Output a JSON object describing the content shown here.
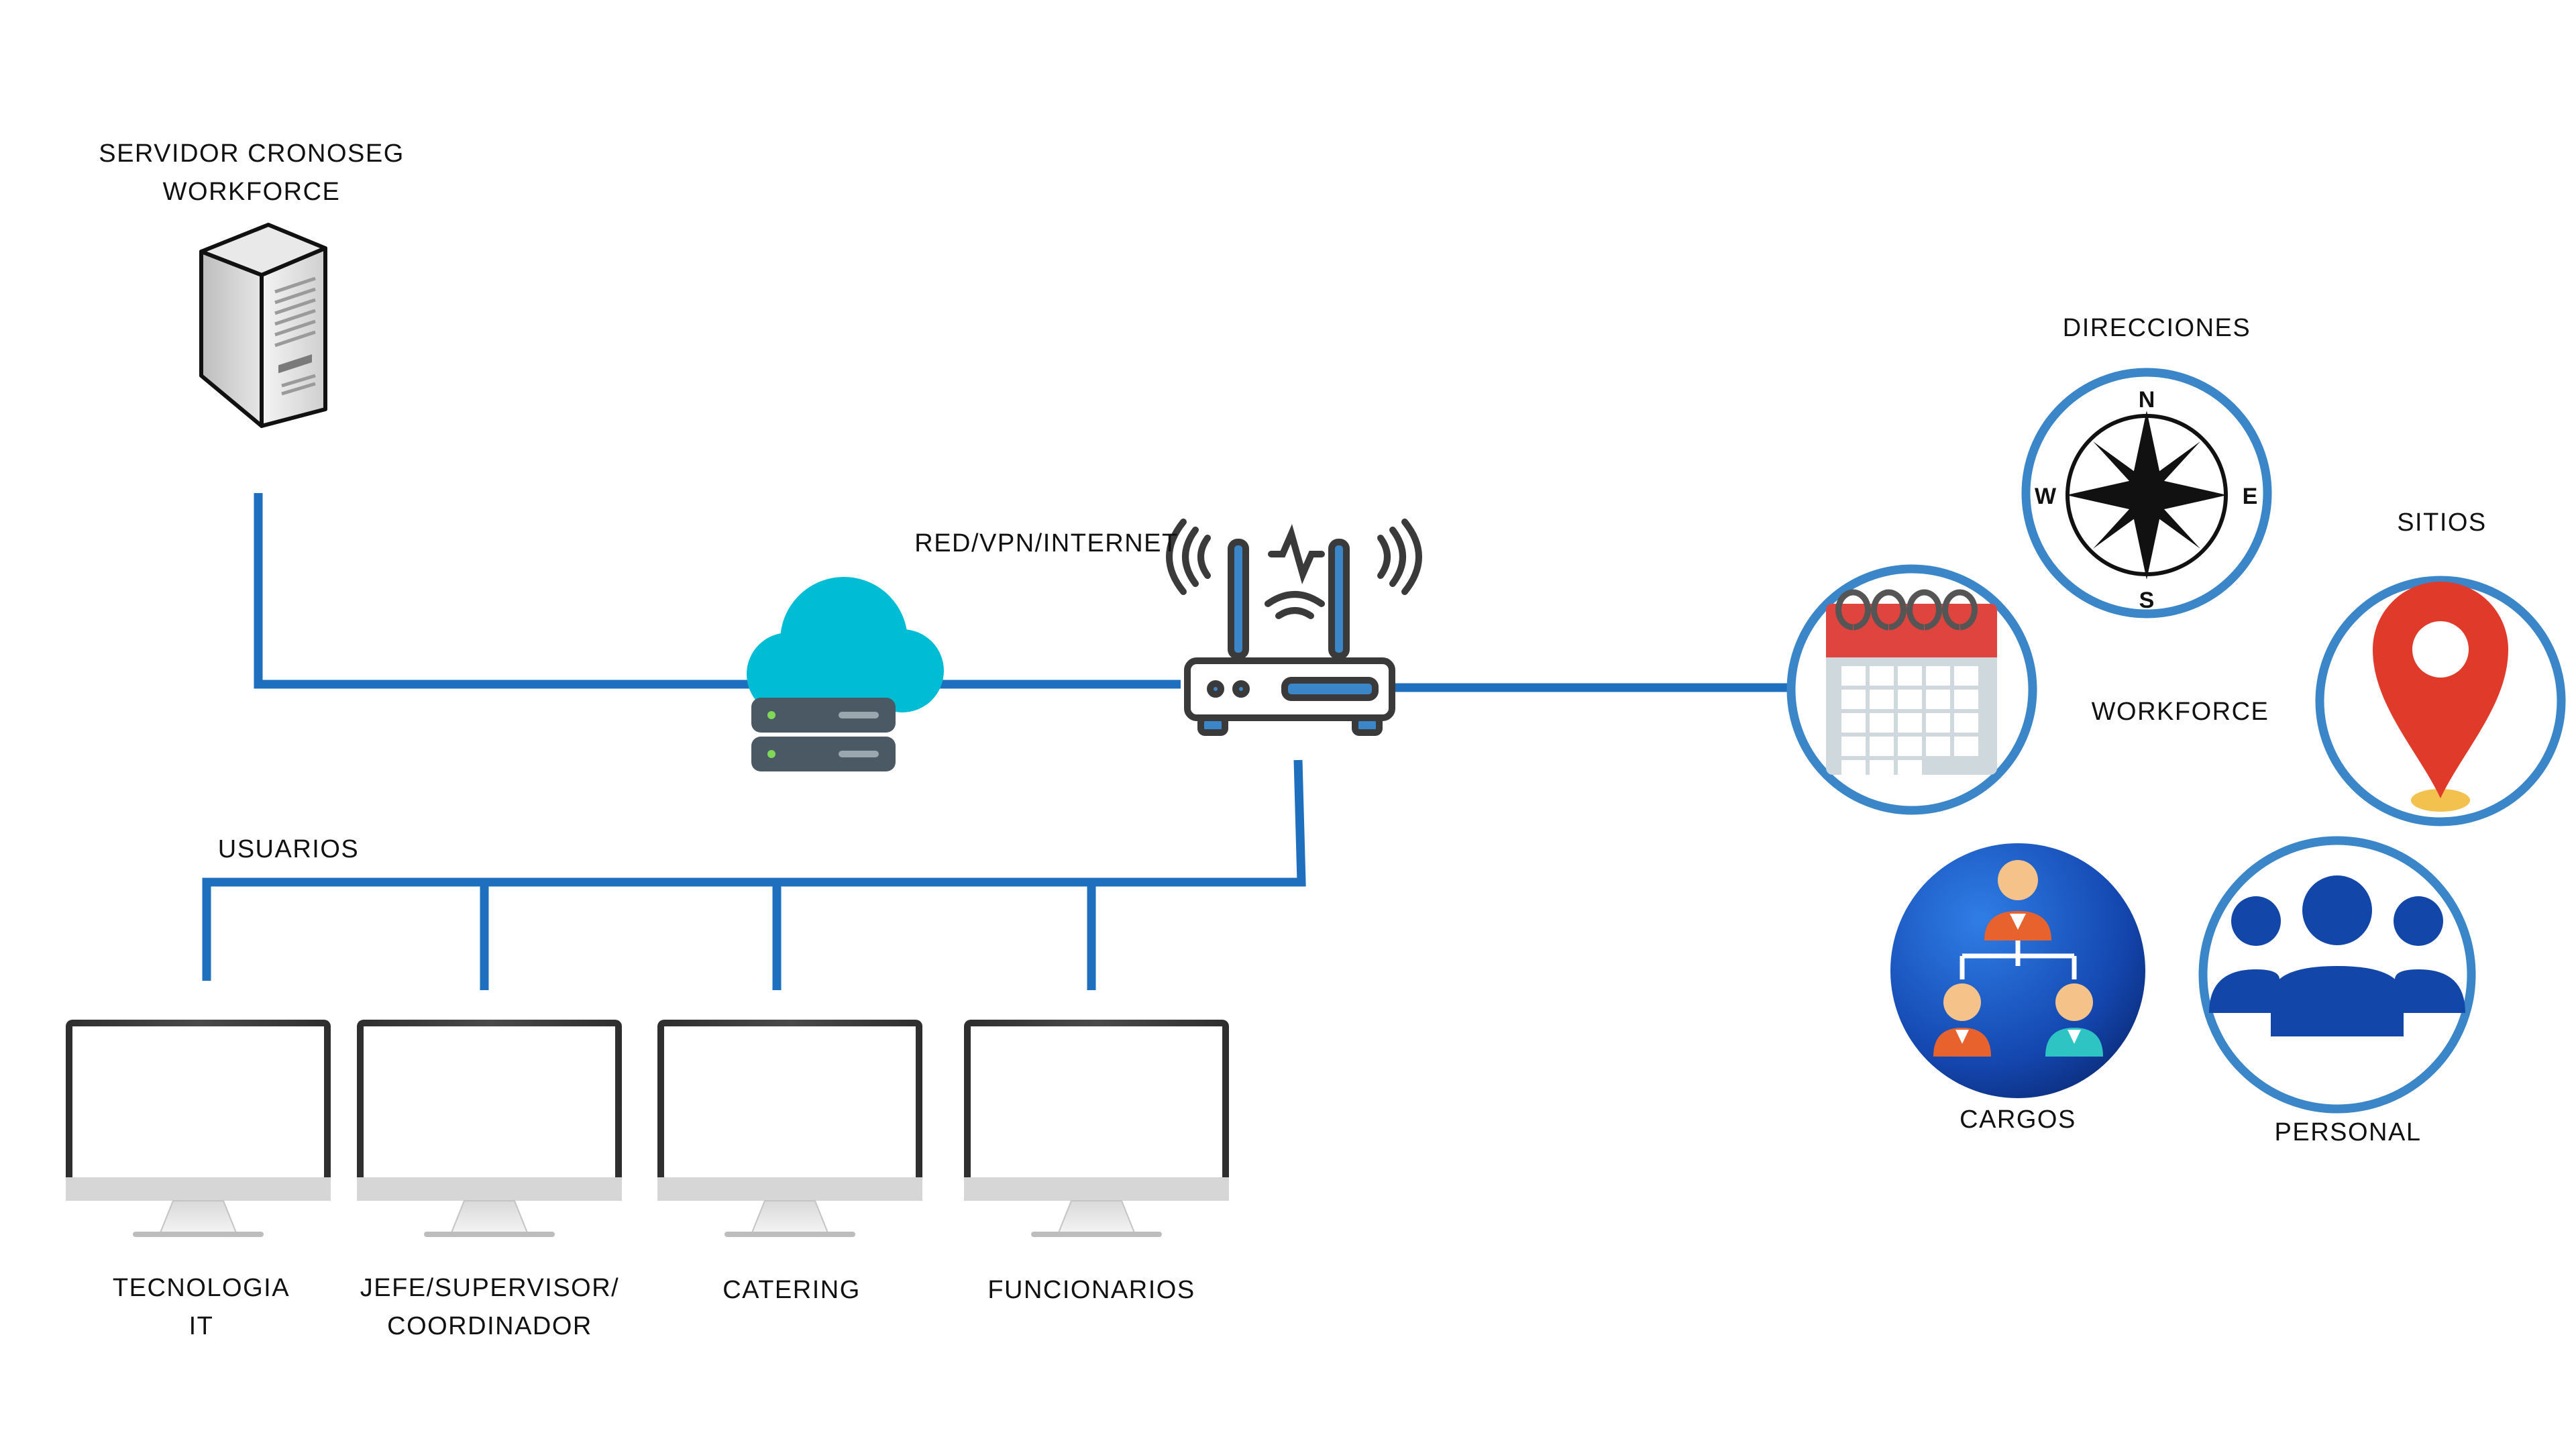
{
  "labels": {
    "server_line1": "SERVIDOR CRONOSEG",
    "server_line2": "WORKFORCE",
    "network": "RED/VPN/INTERNET",
    "users": "USUARIOS",
    "direcciones": "DIRECCIONES",
    "sitios": "SITIOS",
    "workforce": "WORKFORCE",
    "cargos": "CARGOS",
    "personal": "PERSONAL"
  },
  "compass": {
    "n": "N",
    "s": "S",
    "e": "E",
    "w": "W"
  },
  "computers": [
    {
      "line1": "TECNOLOGIA",
      "line2": "IT"
    },
    {
      "line1": "JEFE/SUPERVISOR/",
      "line2": "COORDINADOR"
    },
    {
      "line1": "CATERING",
      "line2": ""
    },
    {
      "line1": "FUNCIONARIOS",
      "line2": ""
    }
  ],
  "colors": {
    "connector": "#1f6fbf",
    "module_ring": "#3a86c8",
    "cloud": "#00bcd4",
    "server_stack": "#4a5963",
    "calendar_header": "#e0443e",
    "pin": "#e03a2a",
    "cargos_fill": "#1a4fbf",
    "personal_icon": "#1246a8"
  },
  "icons": [
    "server-tower-icon",
    "cloud-server-icon",
    "router-icon",
    "monitor-icon",
    "calendar-icon",
    "compass-icon",
    "map-pin-icon",
    "org-chart-icon",
    "people-group-icon"
  ]
}
